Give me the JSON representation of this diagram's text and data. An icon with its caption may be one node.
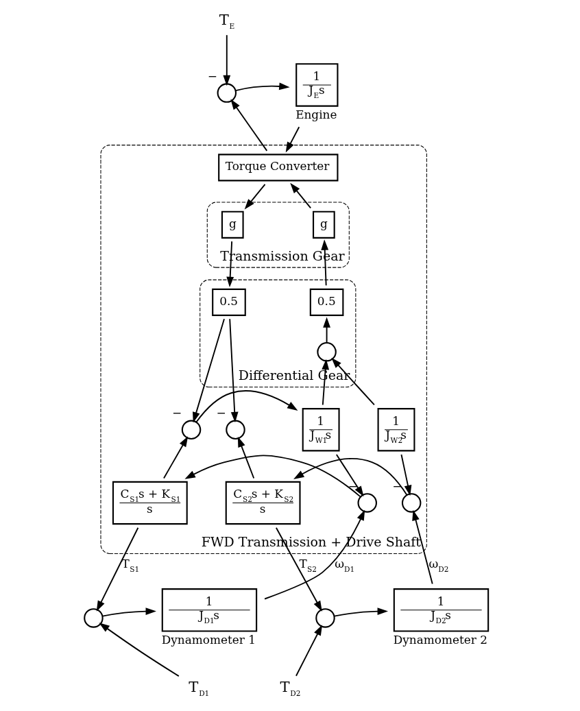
{
  "diagram": {
    "nodes": [
      {
        "text": [
          "T$_{E}$"
        ]
      },
      {
        "text": [],
        "shape": "circle",
        "beside": [
          "−"
        ]
      },
      {
        "text": [
          "1",
          "J$_{E}$s"
        ],
        "beside": [
          "Engine"
        ]
      },
      {
        "text": [
          "FWD Transmission + Drive Shaft"
        ]
      },
      {
        "text": [
          "Torque Converter"
        ],
        "in": 3
      },
      {
        "text": [
          "Transmission Gear"
        ],
        "in": 3
      },
      {
        "text": [
          "g"
        ],
        "in": 5
      },
      {
        "text": [
          "g"
        ],
        "in": 5
      },
      {
        "text": [
          "Differential Gear"
        ],
        "in": 3
      },
      {
        "text": [
          "0.5"
        ],
        "in": 8
      },
      {
        "text": [
          "0.5"
        ],
        "in": 8
      },
      {
        "text": [],
        "shape": "circle",
        "in": 8
      },
      {
        "text": [],
        "shape": "circle",
        "in": 3,
        "beside": [
          "−"
        ]
      },
      {
        "text": [
          "1",
          "J$_{W1}$s"
        ],
        "in": 3
      },
      {
        "text": [],
        "shape": "circle",
        "in": 3,
        "beside": [
          "−"
        ]
      },
      {
        "text": [
          "1",
          "J$_{W2}$s"
        ],
        "in": 3
      },
      {
        "text": [
          "C$_{S1}$s + K$_{S1}$",
          "s"
        ],
        "in": 3
      },
      {
        "text": [],
        "shape": "circle",
        "in": 3,
        "beside": [
          "−"
        ]
      },
      {
        "text": [
          "C$_{S2}$s + K$_{S2}$",
          "s"
        ],
        "in": 3
      },
      {
        "text": [],
        "shape": "circle",
        "in": 3,
        "beside": [
          "−"
        ]
      },
      {
        "text": [],
        "shape": "circle"
      },
      {
        "text": [
          "1",
          "J$_{D1}$s"
        ],
        "beside": [
          "Dynamometer 1"
        ]
      },
      {
        "text": [],
        "shape": "circle"
      },
      {
        "text": [
          "1",
          "J$_{D2}$s"
        ],
        "beside": [
          "Dynamometer 2"
        ]
      },
      {
        "text": [
          "T$_{D1}$"
        ]
      },
      {
        "text": [
          "T$_{D2}$"
        ]
      }
    ],
    "edges": [
      {
        "from": 0,
        "to": 1,
        "arrow": "to"
      },
      {
        "from": 1,
        "to": 2,
        "arrow": "to"
      },
      {
        "from": 2,
        "to": 4,
        "arrow": "to"
      },
      {
        "from": 4,
        "to": 1,
        "arrow": "to"
      },
      {
        "from": 4,
        "to": 6,
        "arrow": "to"
      },
      {
        "from": 6,
        "to": 9,
        "arrow": "to"
      },
      {
        "from": 9,
        "to": 12,
        "arrow": "to"
      },
      {
        "from": 9,
        "to": 14,
        "arrow": "to"
      },
      {
        "from": 12,
        "to": 13,
        "arrow": "to"
      },
      {
        "from": 13,
        "to": 17,
        "arrow": "to"
      },
      {
        "from": 13,
        "to": 11,
        "arrow": "to"
      },
      {
        "from": 15,
        "to": 19,
        "arrow": "to"
      },
      {
        "from": 15,
        "to": 11,
        "arrow": "to"
      },
      {
        "from": 11,
        "to": 10,
        "arrow": "to"
      },
      {
        "from": 10,
        "to": 7,
        "arrow": "to"
      },
      {
        "from": 7,
        "to": 4,
        "arrow": "to"
      },
      {
        "from": 17,
        "to": 16,
        "arrow": "to"
      },
      {
        "from": 16,
        "to": 12,
        "arrow": "to"
      },
      {
        "from": 16,
        "to": 20,
        "arrow": "to",
        "label": "T$_{S1}$"
      },
      {
        "from": 20,
        "to": 21,
        "arrow": "to"
      },
      {
        "from": 21,
        "to": 17,
        "arrow": "to",
        "label": "ω$_{D1}$"
      },
      {
        "from": 24,
        "to": 20,
        "arrow": "to"
      },
      {
        "from": 19,
        "to": 18,
        "arrow": "to"
      },
      {
        "from": 18,
        "to": 14,
        "arrow": "to"
      },
      {
        "from": 18,
        "to": 22,
        "arrow": "to",
        "label": "T$_{S2}$"
      },
      {
        "from": 22,
        "to": 23,
        "arrow": "to"
      },
      {
        "from": 23,
        "to": 19,
        "arrow": "to",
        "label": "ω$_{D2}$"
      },
      {
        "from": 25,
        "to": 22,
        "arrow": "to"
      }
    ]
  }
}
